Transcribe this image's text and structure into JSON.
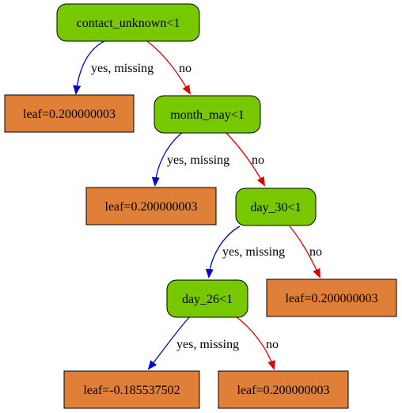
{
  "colors": {
    "split_fill": "#78c800",
    "leaf_fill": "#e08038",
    "node_stroke": "#000000",
    "yes_edge": "#0000dd",
    "no_edge": "#e00000"
  },
  "nodes": {
    "contact_unknown": {
      "label": "contact_unknown<1",
      "kind": "split"
    },
    "leaf_1": {
      "label": "leaf=0.200000003",
      "kind": "leaf"
    },
    "month_may": {
      "label": "month_may<1",
      "kind": "split"
    },
    "leaf_2": {
      "label": "leaf=0.200000003",
      "kind": "leaf"
    },
    "day_30": {
      "label": "day_30<1",
      "kind": "split"
    },
    "day_26": {
      "label": "day_26<1",
      "kind": "split"
    },
    "leaf_3": {
      "label": "leaf=0.200000003",
      "kind": "leaf"
    },
    "leaf_4": {
      "label": "leaf=-0.185537502",
      "kind": "leaf"
    },
    "leaf_5": {
      "label": "leaf=0.200000003",
      "kind": "leaf"
    }
  },
  "edges": {
    "contact_yes": {
      "label": "yes, missing",
      "type": "yes"
    },
    "contact_no": {
      "label": "no",
      "type": "no"
    },
    "month_yes": {
      "label": "yes, missing",
      "type": "yes"
    },
    "month_no": {
      "label": "no",
      "type": "no"
    },
    "day30_yes": {
      "label": "yes, missing",
      "type": "yes"
    },
    "day30_no": {
      "label": "no",
      "type": "no"
    },
    "day26_yes": {
      "label": "yes, missing",
      "type": "yes"
    },
    "day26_no": {
      "label": "no",
      "type": "no"
    }
  }
}
